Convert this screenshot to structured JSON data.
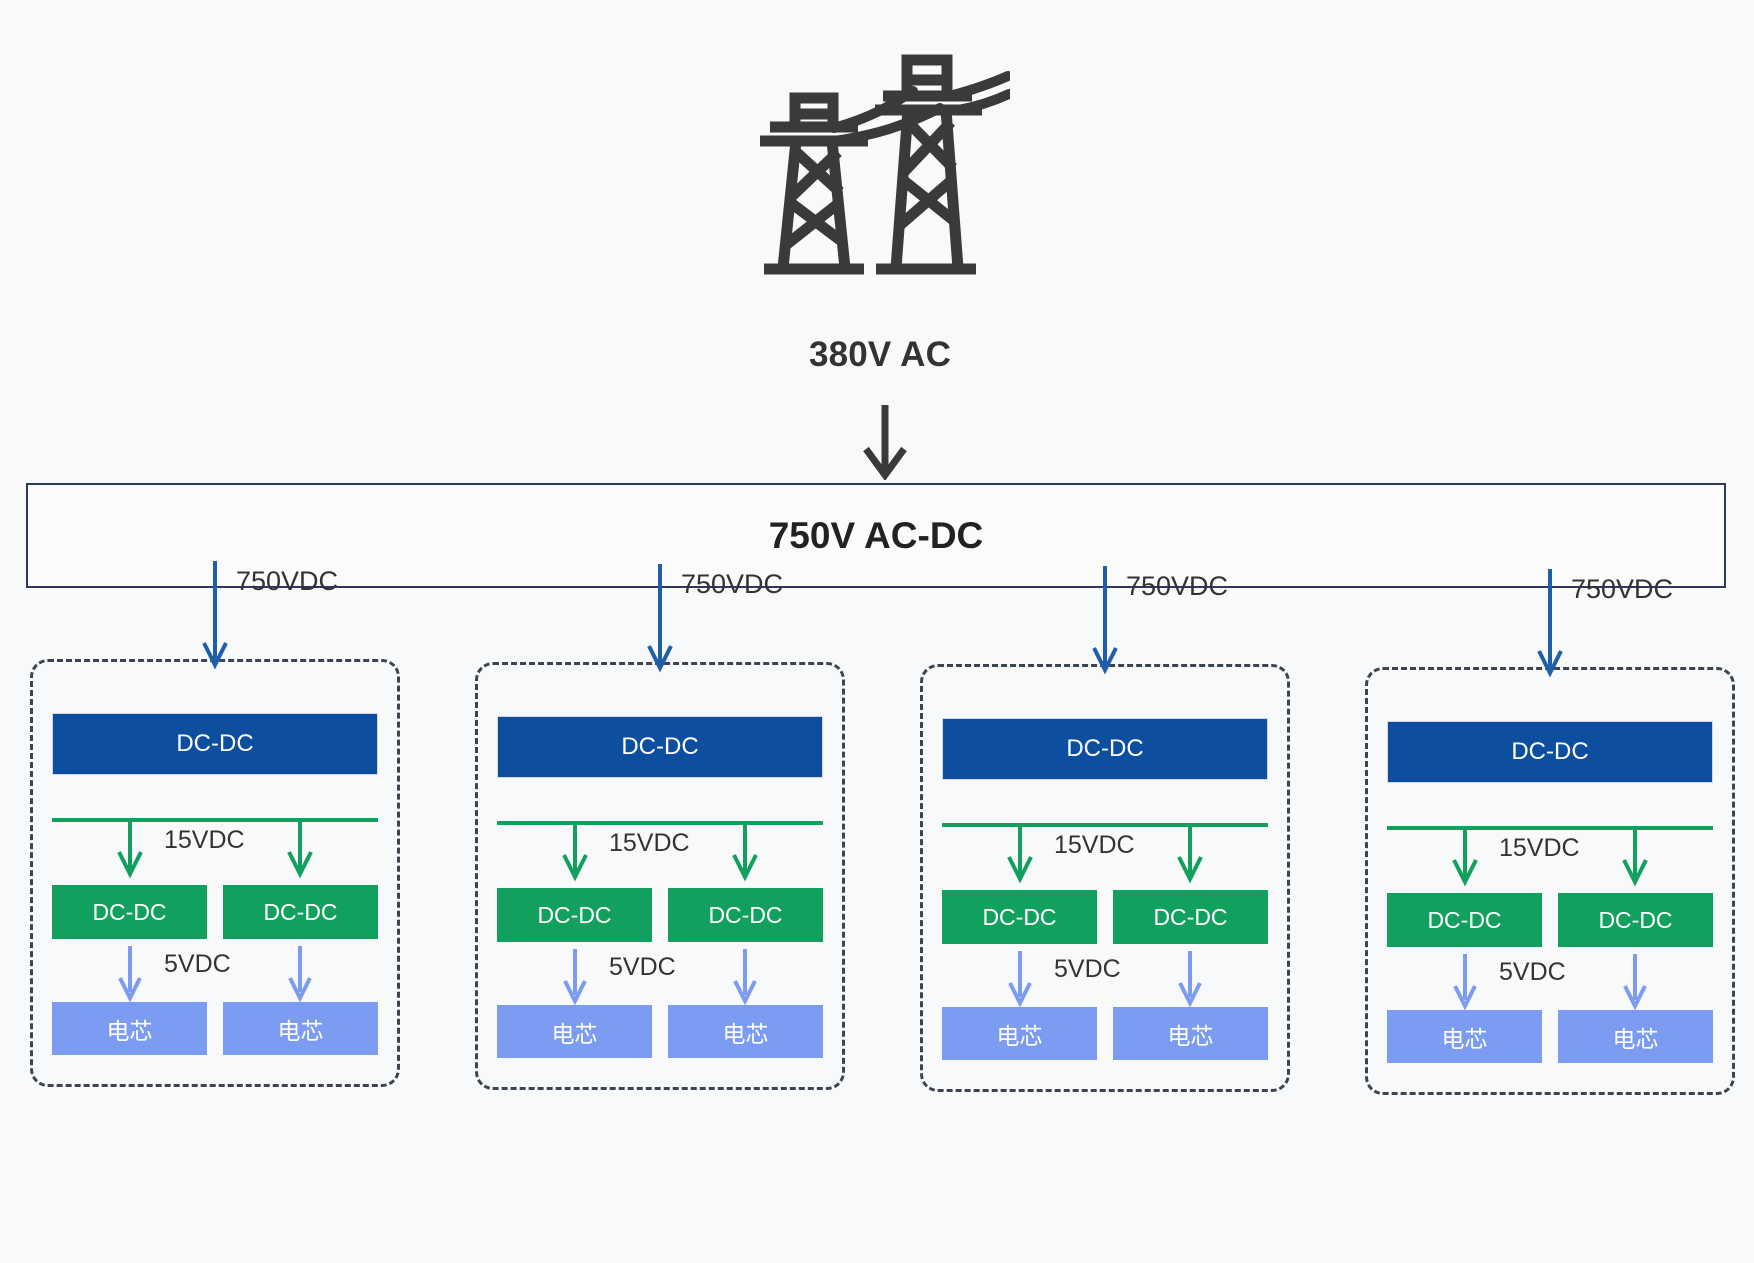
{
  "diagram": {
    "title": "Power distribution architecture",
    "background_color": "#f8f9fa",
    "source": {
      "icon": "power-transmission-tower-icon",
      "label": "380V AC"
    },
    "converter": {
      "label": "750V AC-DC",
      "border_color": "#2b3a5c"
    },
    "labels": {
      "feed_voltage": "750VDC",
      "mid_voltage": "15VDC",
      "cell_voltage": "5VDC",
      "dcdc": "DC-DC",
      "cell": "电芯"
    },
    "colors": {
      "primary_blue": "#0d4f9e",
      "arrow_blue": "#1f5fa9",
      "green": "#12a05f",
      "periwinkle": "#7b9cf0",
      "dash_border": "#3c4452",
      "tower": "#3a3a3a"
    },
    "groups": [
      {
        "id": "rack-1",
        "feed_label": "750VDC",
        "stage1": {
          "label": "DC-DC"
        },
        "bus_label": "15VDC",
        "stage2": [
          {
            "label": "DC-DC"
          },
          {
            "label": "DC-DC"
          }
        ],
        "cell_bus_label": "5VDC",
        "cells": [
          {
            "label": "电芯"
          },
          {
            "label": "电芯"
          }
        ]
      },
      {
        "id": "rack-2",
        "feed_label": "750VDC",
        "stage1": {
          "label": "DC-DC"
        },
        "bus_label": "15VDC",
        "stage2": [
          {
            "label": "DC-DC"
          },
          {
            "label": "DC-DC"
          }
        ],
        "cell_bus_label": "5VDC",
        "cells": [
          {
            "label": "电芯"
          },
          {
            "label": "电芯"
          }
        ]
      },
      {
        "id": "rack-3",
        "feed_label": "750VDC",
        "stage1": {
          "label": "DC-DC"
        },
        "bus_label": "15VDC",
        "stage2": [
          {
            "label": "DC-DC"
          },
          {
            "label": "DC-DC"
          }
        ],
        "cell_bus_label": "5VDC",
        "cells": [
          {
            "label": "电芯"
          },
          {
            "label": "电芯"
          }
        ]
      },
      {
        "id": "rack-4",
        "feed_label": "750VDC",
        "stage1": {
          "label": "DC-DC"
        },
        "bus_label": "15VDC",
        "stage2": [
          {
            "label": "DC-DC"
          },
          {
            "label": "DC-DC"
          }
        ],
        "cell_bus_label": "5VDC",
        "cells": [
          {
            "label": "电芯"
          },
          {
            "label": "电芯"
          }
        ]
      }
    ]
  }
}
